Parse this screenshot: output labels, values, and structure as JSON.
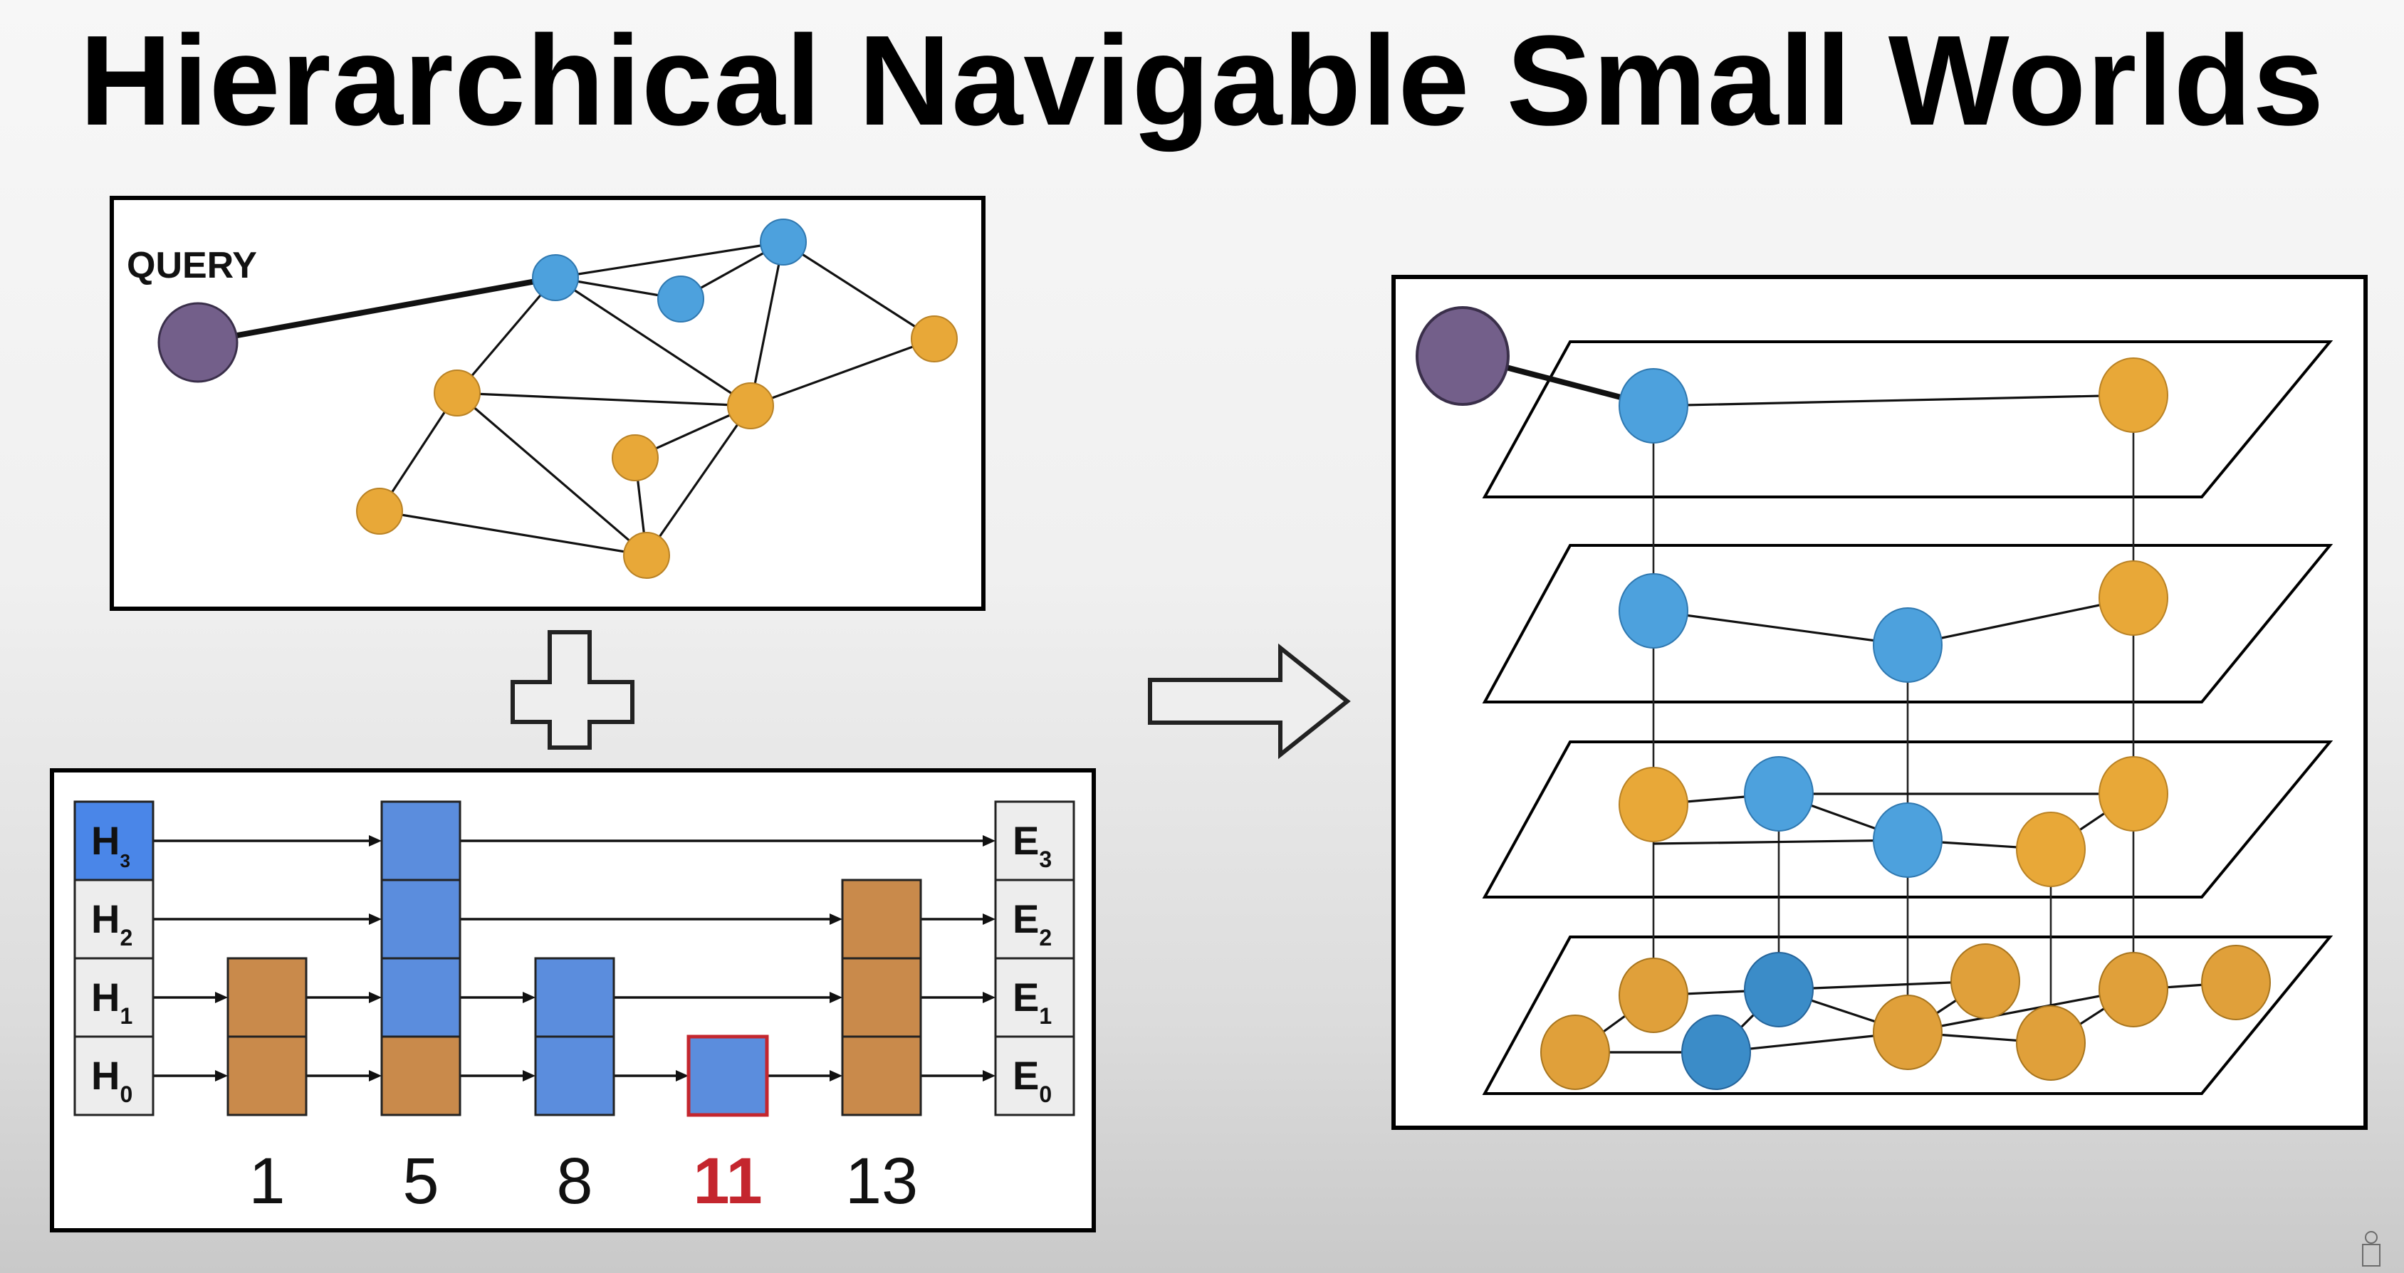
{
  "slide": {
    "title": "Hierarchical Navigable Small Worlds"
  },
  "graph": {
    "query_label": "QUERY"
  },
  "skip_list": {
    "head_labels": [
      {
        "main": "H",
        "sub": "3"
      },
      {
        "main": "H",
        "sub": "2"
      },
      {
        "main": "H",
        "sub": "1"
      },
      {
        "main": "H",
        "sub": "0"
      }
    ],
    "end_labels": [
      {
        "main": "E",
        "sub": "3"
      },
      {
        "main": "E",
        "sub": "2"
      },
      {
        "main": "E",
        "sub": "1"
      },
      {
        "main": "E",
        "sub": "0"
      }
    ],
    "keys": [
      "1",
      "5",
      "8",
      "11",
      "13"
    ],
    "highlight_key": "11"
  },
  "colors": {
    "query": "#735f8a",
    "visited": "#4da1dd",
    "unvisited": "#e8a838",
    "skip_blue": "#5b8ddd",
    "skip_brown": "#c98a4b",
    "highlight": "#c4262e"
  },
  "icons": {
    "plus": "plus-icon",
    "arrow": "right-arrow-icon"
  }
}
